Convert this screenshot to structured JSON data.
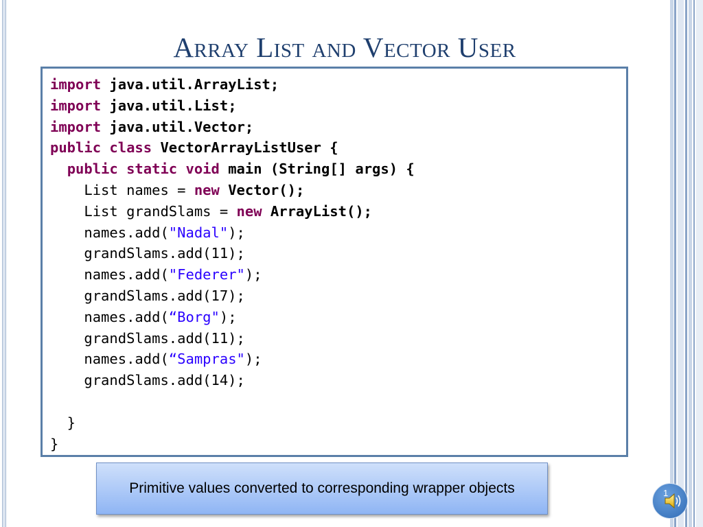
{
  "slide": {
    "title": "Array List and Vector User",
    "page_number": "1",
    "note": "Primitive values converted to corresponding wrapper objects"
  },
  "code_lines": [
    [
      {
        "t": "import",
        "s": "kw"
      },
      {
        "t": " java.util.ArrayList;",
        "s": "bold"
      }
    ],
    [
      {
        "t": "import",
        "s": "kw"
      },
      {
        "t": " java.util.List;",
        "s": "bold"
      }
    ],
    [
      {
        "t": "import",
        "s": "kw"
      },
      {
        "t": " java.util.Vector;",
        "s": "bold"
      }
    ],
    [
      {
        "t": "public",
        "s": "kw"
      },
      {
        "t": " ",
        "s": "bold"
      },
      {
        "t": "class",
        "s": "kw"
      },
      {
        "t": " VectorArrayListUser {",
        "s": "bold"
      }
    ],
    [
      {
        "t": "  ",
        "s": ""
      },
      {
        "t": "public",
        "s": "kw"
      },
      {
        "t": " ",
        "s": "bold"
      },
      {
        "t": "static",
        "s": "kw"
      },
      {
        "t": " ",
        "s": "bold"
      },
      {
        "t": "void",
        "s": "kw"
      },
      {
        "t": " main (String[] args) {",
        "s": "bold"
      }
    ],
    [
      {
        "t": "    List names = ",
        "s": ""
      },
      {
        "t": "new",
        "s": "kw"
      },
      {
        "t": " Vector();",
        "s": "bold"
      }
    ],
    [
      {
        "t": "    List grandSlams = ",
        "s": ""
      },
      {
        "t": "new",
        "s": "kw"
      },
      {
        "t": " ArrayList();",
        "s": "bold"
      }
    ],
    [
      {
        "t": "    names.add(",
        "s": ""
      },
      {
        "t": "\"Nadal\"",
        "s": "str"
      },
      {
        "t": ");",
        "s": ""
      }
    ],
    [
      {
        "t": "    grandSlams.add(11);",
        "s": ""
      }
    ],
    [
      {
        "t": "    names.add(",
        "s": ""
      },
      {
        "t": "\"Federer\"",
        "s": "str"
      },
      {
        "t": ");",
        "s": ""
      }
    ],
    [
      {
        "t": "    grandSlams.add(17);",
        "s": ""
      }
    ],
    [
      {
        "t": "    names.add(",
        "s": ""
      },
      {
        "t": "“Borg\"",
        "s": "str"
      },
      {
        "t": ");",
        "s": ""
      }
    ],
    [
      {
        "t": "    grandSlams.add(11);",
        "s": ""
      }
    ],
    [
      {
        "t": "    names.add(",
        "s": ""
      },
      {
        "t": "“Sampras\"",
        "s": "str"
      },
      {
        "t": ");",
        "s": ""
      }
    ],
    [
      {
        "t": "    grandSlams.add(14);",
        "s": ""
      }
    ],
    [
      {
        "t": "",
        "s": ""
      }
    ],
    [
      {
        "t": "  }",
        "s": ""
      }
    ],
    [
      {
        "t": "}",
        "s": ""
      }
    ]
  ],
  "icons": {
    "speaker": "speaker-icon"
  },
  "colors": {
    "title": "#1f3f6e",
    "keyword": "#7f0055",
    "string": "#2a00ff",
    "code_border": "#5a7fa8",
    "note_top": "#cfe0fb",
    "note_bottom": "#8fb5f4"
  }
}
